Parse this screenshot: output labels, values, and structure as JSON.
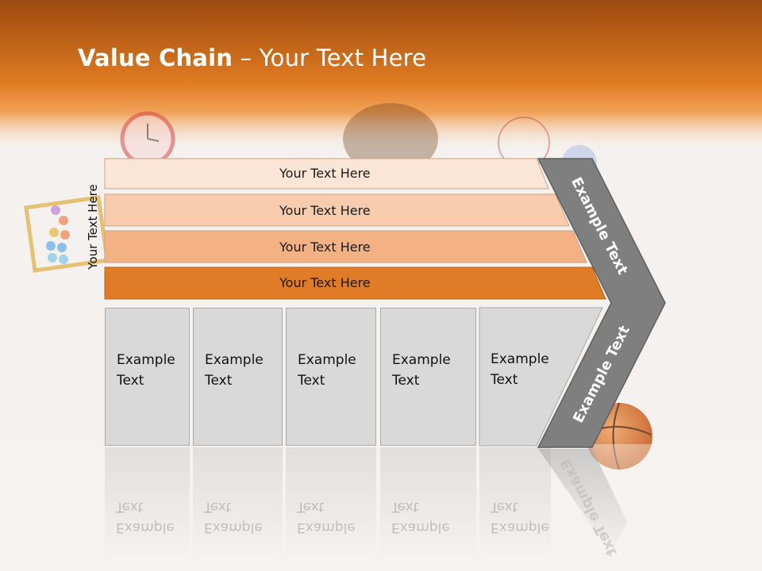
{
  "title": {
    "bold": "Value Chain",
    "rest": " – Your Text Here"
  },
  "side_label": "Your Text Here",
  "rows": [
    {
      "label": "Your Text Here",
      "color": "#fbe5d6"
    },
    {
      "label": "Your Text Here",
      "color": "#f8cbad"
    },
    {
      "label": "Your Text Here",
      "color": "#f4b183"
    },
    {
      "label": "Your Text Here",
      "color": "#e07b27"
    }
  ],
  "activities": [
    {
      "label": "Example Text"
    },
    {
      "label": "Example Text"
    },
    {
      "label": "Example Text"
    },
    {
      "label": "Example Text"
    },
    {
      "label": "Example Text"
    }
  ],
  "chevron": {
    "top_label": "Example Text",
    "bottom_label": "Example Text",
    "color": "#7f7f7f"
  },
  "colors": {
    "header_top": "#9b4a10",
    "header_mid": "#e07b22",
    "box_fill": "#d9d9d9"
  }
}
